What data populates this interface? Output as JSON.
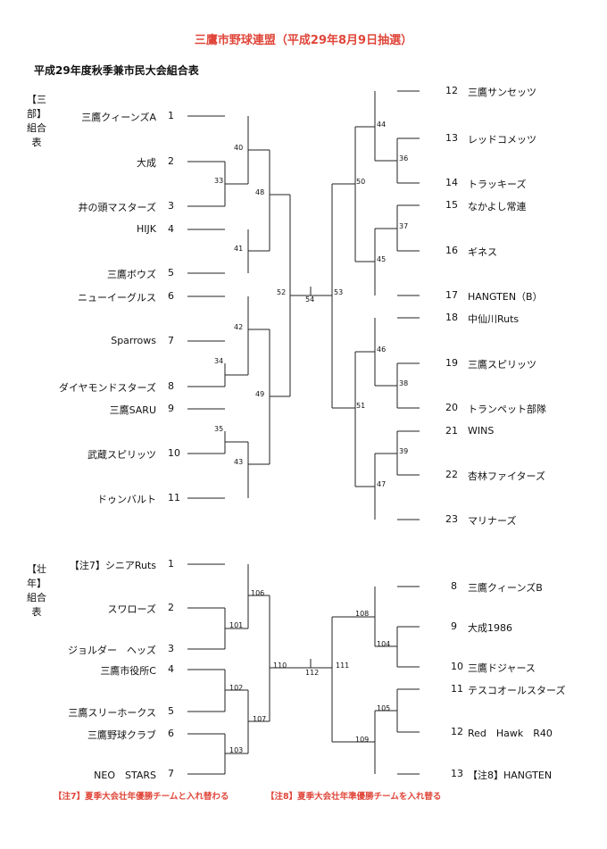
{
  "header": {
    "title": "三鷹市野球連盟（平成29年8月9日抽選）",
    "subtitle": "平成29年度秋季兼市民大会組合表"
  },
  "division3": {
    "label": "【三部】組合表",
    "left": [
      {
        "seed": "1",
        "name": "三鷹クィーンズA"
      },
      {
        "seed": "2",
        "name": "大成"
      },
      {
        "seed": "3",
        "name": "井の頭マスターズ"
      },
      {
        "seed": "4",
        "name": "HIJK"
      },
      {
        "seed": "5",
        "name": "三鷹ボウズ"
      },
      {
        "seed": "6",
        "name": "ニューイーグルス"
      },
      {
        "seed": "7",
        "name": "Sparrows"
      },
      {
        "seed": "8",
        "name": "ダイヤモンドスターズ"
      },
      {
        "seed": "9",
        "name": "三鷹SARU"
      },
      {
        "seed": "10",
        "name": "武蔵スピリッツ"
      },
      {
        "seed": "11",
        "name": "ドゥンバルト"
      }
    ],
    "right": [
      {
        "seed": "12",
        "name": "三鷹サンセッツ"
      },
      {
        "seed": "13",
        "name": "レッドコメッツ"
      },
      {
        "seed": "14",
        "name": "トラッキーズ"
      },
      {
        "seed": "15",
        "name": "なかよし常連"
      },
      {
        "seed": "16",
        "name": "ギネス"
      },
      {
        "seed": "17",
        "name": "HANGTEN（B）"
      },
      {
        "seed": "18",
        "name": "中仙川Ruts"
      },
      {
        "seed": "19",
        "name": "三鷹スピリッツ"
      },
      {
        "seed": "20",
        "name": "トランペット部隊"
      },
      {
        "seed": "21",
        "name": "WINS"
      },
      {
        "seed": "22",
        "name": "杏林ファイターズ"
      },
      {
        "seed": "23",
        "name": "マリナーズ"
      }
    ],
    "matches": [
      "33",
      "34",
      "35",
      "36",
      "37",
      "38",
      "39",
      "40",
      "41",
      "42",
      "43",
      "44",
      "45",
      "46",
      "47",
      "48",
      "49",
      "50",
      "51",
      "52",
      "53",
      "54"
    ]
  },
  "division_senior": {
    "label": "【壮年】組合表",
    "left": [
      {
        "seed": "1",
        "name": "【注7】シニアRuts"
      },
      {
        "seed": "2",
        "name": "スワローズ"
      },
      {
        "seed": "3",
        "name": "ジョルダー　ヘッズ"
      },
      {
        "seed": "4",
        "name": "三鷹市役所C"
      },
      {
        "seed": "5",
        "name": "三鷹スリーホークス"
      },
      {
        "seed": "6",
        "name": "三鷹野球クラブ"
      },
      {
        "seed": "7",
        "name": "NEO　STARS"
      }
    ],
    "right": [
      {
        "seed": "8",
        "name": "三鷹クィーンズB"
      },
      {
        "seed": "9",
        "name": "大成1986"
      },
      {
        "seed": "10",
        "name": "三鷹ドジャース"
      },
      {
        "seed": "11",
        "name": "テスコオールスターズ"
      },
      {
        "seed": "12",
        "name": "Red　Hawk　R40"
      },
      {
        "seed": "13",
        "name": "【注8】HANGTEN"
      }
    ],
    "matches": [
      "101",
      "102",
      "103",
      "104",
      "105",
      "106",
      "107",
      "108",
      "109",
      "110",
      "111",
      "112"
    ]
  },
  "notes": {
    "note7": "【注7】夏季大会壮年優勝チームと入れ替わる",
    "note8": "【注8】夏季大会壮年準優勝チームを入れ替る"
  },
  "colors": {
    "accent": "#e0463a",
    "line": "#222222"
  }
}
